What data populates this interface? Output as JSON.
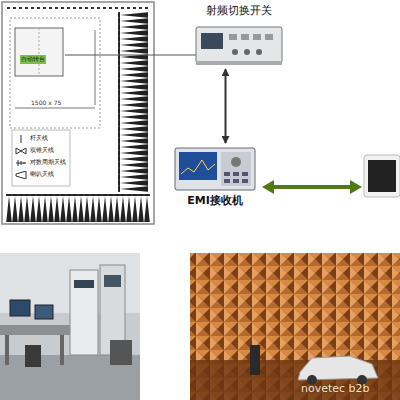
{
  "diagram": {
    "nodes": [
      {
        "text": [
          "射频切换开关"
        ]
      },
      {
        "text": [
          "EMI接收机"
        ]
      }
    ],
    "edges": [
      {
        "from": 0,
        "to": 1,
        "arrow": "both"
      }
    ],
    "labels": [
      "自动转台",
      "1500 x 75",
      "novetec b2b"
    ],
    "legend": [
      {
        "text": "杆天线"
      },
      {
        "text": "双锥天线"
      },
      {
        "text": "对数周期天线"
      },
      {
        "text": "喇叭天线"
      }
    ]
  }
}
